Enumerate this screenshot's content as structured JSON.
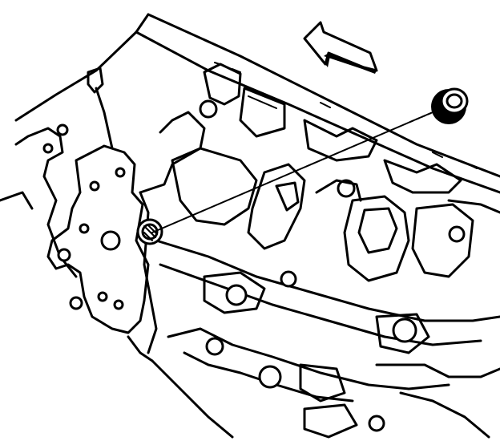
{
  "figure": {
    "stroke_color": "#000000",
    "background_color": "#ffffff",
    "callouts": [],
    "parts": [
      "engine-block",
      "crankcase-lower-section",
      "rear-flange-plate",
      "cylinder-bore-opening",
      "plug-bore",
      "expansion-plug",
      "leader-line",
      "direction-arrow"
    ]
  }
}
